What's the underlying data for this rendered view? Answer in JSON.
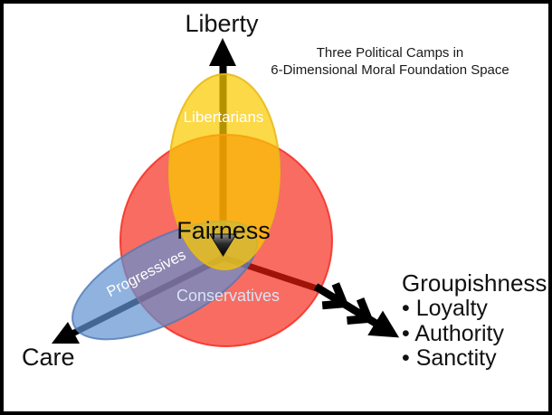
{
  "window": {
    "background": "#ffffff",
    "frame_color": "#000000"
  },
  "title": {
    "line1": "Three Political Camps in",
    "line2": "6-Dimensional Moral Foundation Space"
  },
  "axes": {
    "liberty": {
      "label": "Liberty"
    },
    "care": {
      "label": "Care"
    },
    "groupishness": {
      "label": "Groupishness",
      "items": [
        "• Loyalty",
        "• Authority",
        "• Sanctity"
      ]
    }
  },
  "center": {
    "label": "Fairness"
  },
  "camps": {
    "libertarians": {
      "label": "Libertarians",
      "fill": "rgba(249,202,0,0.72)",
      "stroke": "rgba(233,185,20,0.9)",
      "label_color": "#ffffff"
    },
    "conservatives": {
      "label": "Conservatives",
      "fill": "rgba(246,29,14,0.65)",
      "stroke": "rgba(243,45,35,0.85)",
      "label_color": "#d6e5f5"
    },
    "progressives": {
      "label": "Progressives",
      "fill": "rgba(95,146,209,0.7)",
      "stroke": "rgba(80,120,180,0.8)",
      "label_color": "#ffffff"
    }
  },
  "arrow_color": "#000000"
}
